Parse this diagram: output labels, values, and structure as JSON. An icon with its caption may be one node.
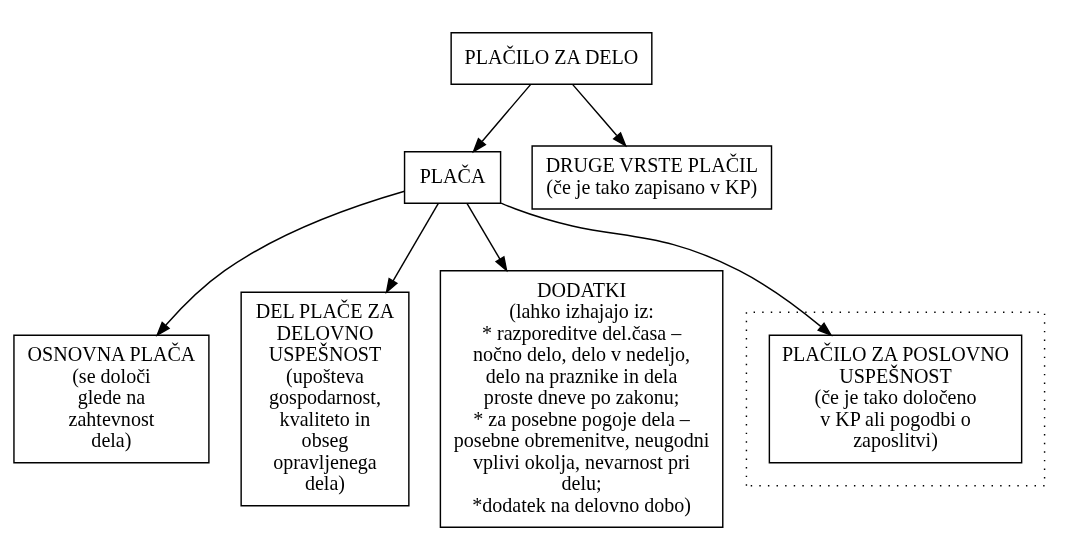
{
  "diagram": {
    "nodes": [
      {
        "text": [
          "PLAČILO ZA DELO"
        ]
      },
      {
        "text": [
          "PLAČA"
        ]
      },
      {
        "text": [
          "DRUGE VRSTE PLAČIL",
          "(če je tako zapisano v KP)"
        ]
      },
      {
        "text": [
          "OSNOVNA PLAČA",
          "(se določi glede na zahtevnost dela)"
        ]
      },
      {
        "text": [
          "DEL PLAČE ZA DELOVNO USPEŠNOST",
          "(upošteva gospodarnost, kvaliteto in obseg opravljenega dela)"
        ]
      },
      {
        "text": [
          "DODATKI",
          "(lahko izhajajo iz:",
          "* razporeditve del.časa – nočno delo, delo v nedeljo, delo na praznike in dela proste dneve po zakonu;",
          "* za posebne pogoje dela – posebne obremenitve, neugodni vplivi okolja, nevarnost pri delu;",
          "*dodatek na delovno dobo)"
        ]
      },
      {
        "text": [],
        "shape": "box"
      },
      {
        "text": [
          "PLAČILO ZA POSLOVNO USPEŠNOST",
          "(če je tako določeno v KP ali pogodbi o zaposlitvi)"
        ],
        "in": 6
      }
    ],
    "edges": [
      {
        "from": 0,
        "to": 1,
        "arrow": "to"
      },
      {
        "from": 0,
        "to": 2,
        "arrow": "to"
      },
      {
        "from": 1,
        "to": 3,
        "arrow": "to"
      },
      {
        "from": 1,
        "to": 4,
        "arrow": "to"
      },
      {
        "from": 1,
        "to": 5,
        "arrow": "to"
      },
      {
        "from": 1,
        "to": 7,
        "arrow": "to"
      }
    ]
  }
}
